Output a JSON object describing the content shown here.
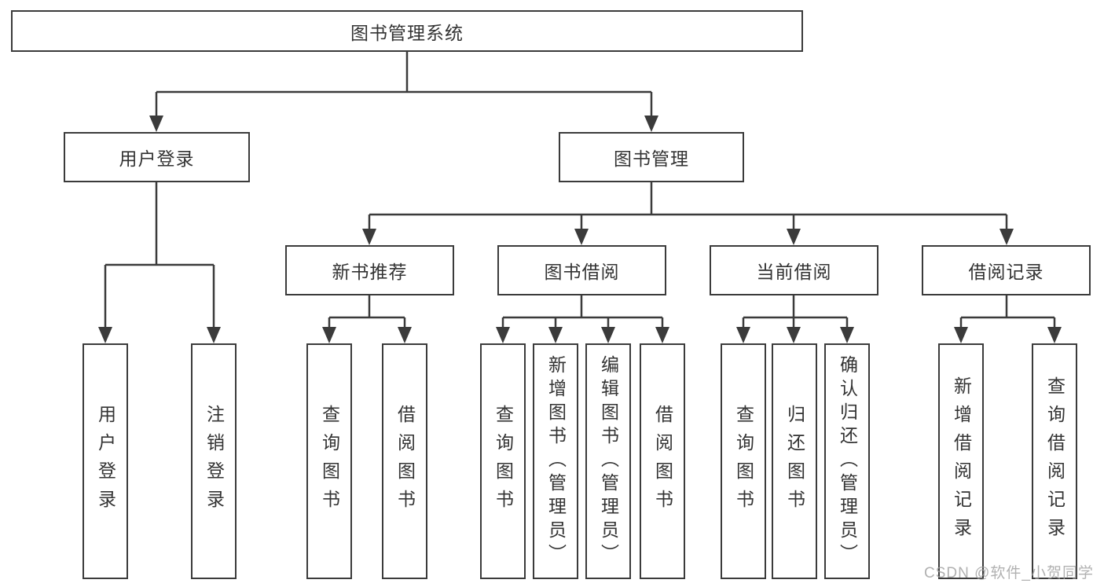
{
  "diagram_title": "图书管理系统",
  "tree": {
    "root": {
      "label": "图书管理系统"
    },
    "branches": [
      {
        "label": "用户登录",
        "children": [
          {
            "label": "用户登录"
          },
          {
            "label": "注销登录"
          }
        ]
      },
      {
        "label": "图书管理",
        "children": [
          {
            "label": "新书推荐",
            "children": [
              {
                "label": "查询图书"
              },
              {
                "label": "借阅图书"
              }
            ]
          },
          {
            "label": "图书借阅",
            "children": [
              {
                "label": "查询图书"
              },
              {
                "label": "新增图书（管理员）"
              },
              {
                "label": "编辑图书（管理员）"
              },
              {
                "label": "借阅图书"
              }
            ]
          },
          {
            "label": "当前借阅",
            "children": [
              {
                "label": "查询图书"
              },
              {
                "label": "归还图书"
              },
              {
                "label": "确认归还（管理员）"
              }
            ]
          },
          {
            "label": "借阅记录",
            "children": [
              {
                "label": "新增借阅记录"
              },
              {
                "label": "查询借阅记录"
              }
            ]
          }
        ]
      }
    ]
  },
  "watermark": {
    "text": "CSDN @软件_小贺同学"
  },
  "colors": {
    "line": "#3b3b3b",
    "box_border": "#3b3b3b",
    "box_fill": "#ffffff",
    "text": "#333333",
    "watermark": "#a0a0a0",
    "background": "#ffffff"
  }
}
